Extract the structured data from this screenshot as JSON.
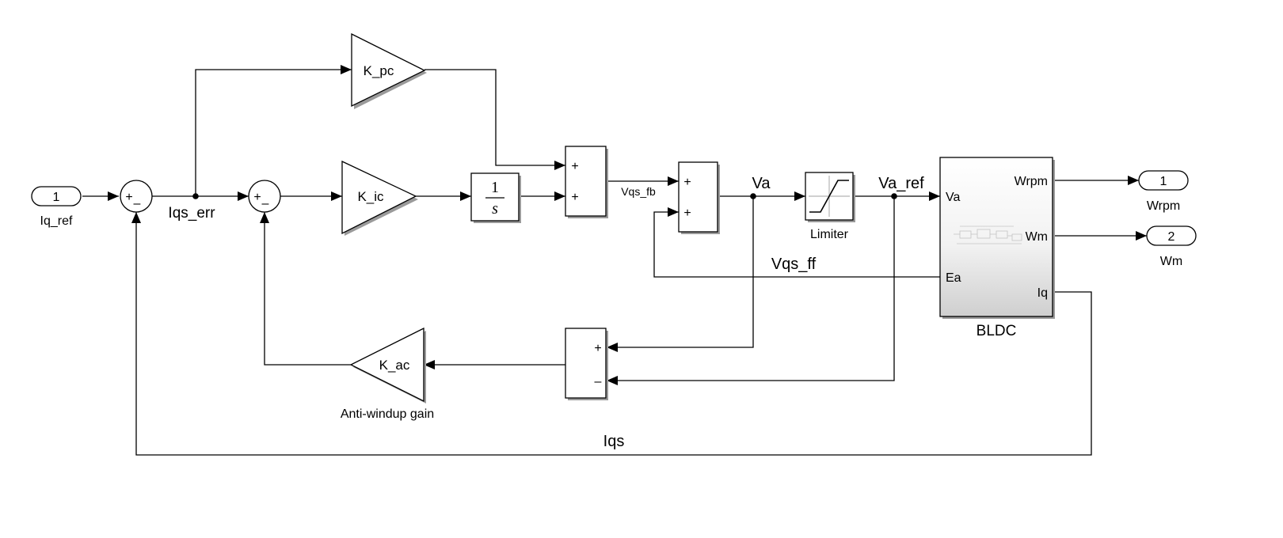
{
  "inports": [
    {
      "number": "1",
      "name": "Iq_ref"
    }
  ],
  "outports": [
    {
      "number": "1",
      "name": "Wrpm"
    },
    {
      "number": "2",
      "name": "Wm"
    }
  ],
  "gains": {
    "pc": "K_pc",
    "ic": "K_ic",
    "ac": "K_ac",
    "ac_caption": "Anti-windup gain"
  },
  "sum_signs": {
    "err1": [
      "+",
      "–"
    ],
    "err2": [
      "+",
      "–"
    ],
    "pi": [
      "+",
      "+"
    ],
    "ff": [
      "+",
      "+"
    ],
    "aw": [
      "+",
      "–"
    ]
  },
  "integrator": {
    "num": "1",
    "den": "s"
  },
  "saturation": {
    "name": "Limiter"
  },
  "subsystem": {
    "name": "BLDC",
    "inputs": [
      "Va",
      "Ea"
    ],
    "outputs": [
      "Wrpm",
      "Wm",
      "Iq"
    ]
  },
  "signals": {
    "iqs_err": "Iqs_err",
    "vqs_fb": "Vqs_fb",
    "va": "Va",
    "va_ref": "Va_ref",
    "vqs_ff": "Vqs_ff",
    "iqs": "Iqs"
  }
}
